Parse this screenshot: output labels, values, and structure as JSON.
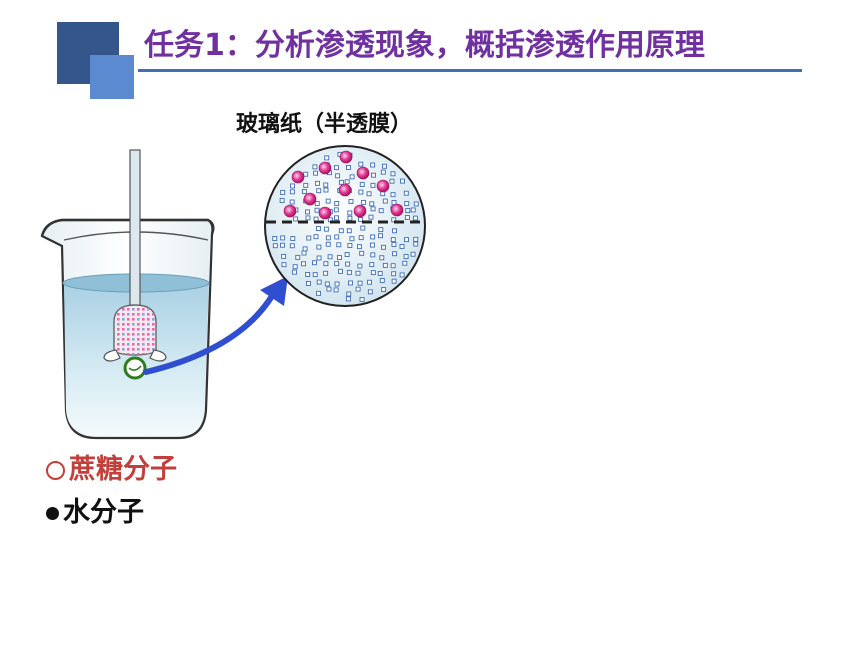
{
  "slide": {
    "title": "任务1：分析渗透现象，概括渗透作用原理"
  },
  "diagram": {
    "membrane_caption": "玻璃纸（半透膜）"
  },
  "legend": {
    "sucrose_label": "蔗糖分子",
    "water_label": "水分子"
  },
  "colors": {
    "title": "#7030a0",
    "accent_blue": "#3f6fb5",
    "sucrose": "#d81b7a",
    "legend_sucrose": "#c2403b",
    "water_fill": "#bcdcea",
    "arrow": "#2f4fd0",
    "ring": "#2e7d1a"
  }
}
